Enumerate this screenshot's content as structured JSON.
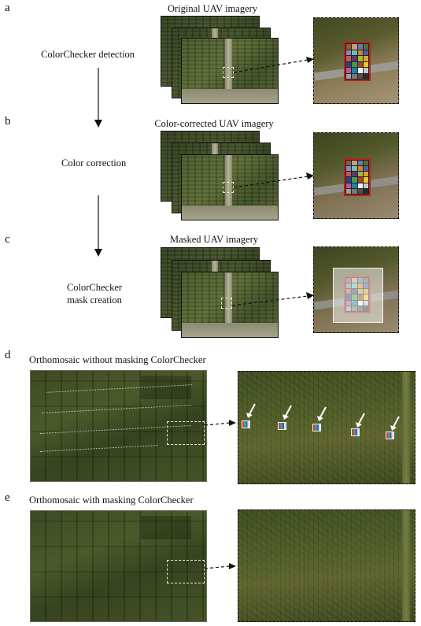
{
  "panels": {
    "a": {
      "letter": "a",
      "step": "ColorChecker detection",
      "caption": "Original UAV imagery"
    },
    "b": {
      "letter": "b",
      "step": "Color correction",
      "caption": "Color-corrected UAV imagery"
    },
    "c": {
      "letter": "c",
      "step_line1": "ColorChecker",
      "step_line2": "mask creation",
      "caption": "Masked UAV imagery"
    },
    "d": {
      "letter": "d",
      "caption": "Orthomosaic without masking ColorChecker"
    },
    "e": {
      "letter": "e",
      "caption": "Orthomosaic with masking ColorChecker"
    }
  },
  "colors": {
    "crop_green": "#4b5a2b",
    "checker_border": "#b1241f",
    "mask_overlay": "#f2f2ee"
  },
  "colorchecker_patches": [
    "#8a5a44",
    "#c89a82",
    "#5f7fa0",
    "#5a6b3d",
    "#8a88b8",
    "#6fbfae",
    "#d6822e",
    "#4a5fa6",
    "#c05a60",
    "#5a3d6a",
    "#a0bc3e",
    "#e0a22e",
    "#2e3e8e",
    "#4c9a48",
    "#b23a34",
    "#ecc71e",
    "#b85a98",
    "#1a86a4",
    "#f2f2f0",
    "#c8c8c8",
    "#a0a0a0",
    "#787878",
    "#505050",
    "#2a2a2a"
  ],
  "icons": {
    "arrow_down": "arrow-down-icon",
    "dashed_arrow": "dashed-arrow-icon",
    "white_pointer": "white-arrow-pointer-icon"
  }
}
